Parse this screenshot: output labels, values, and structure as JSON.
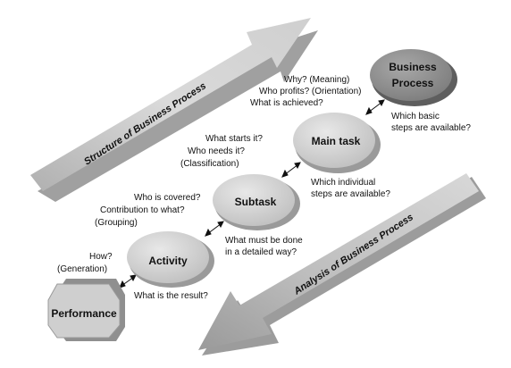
{
  "arrows": {
    "structure_label": "Structure of Business Process",
    "analysis_label": "Analysis of Business Process"
  },
  "nodes": {
    "performance": "Performance",
    "activity": "Activity",
    "subtask": "Subtask",
    "main_task": "Main task",
    "business_process_line1": "Business",
    "business_process_line2": "Process"
  },
  "notes": {
    "business_left": [
      "Why? (Meaning)",
      "Who profits? (Orientation)",
      "What is achieved?"
    ],
    "business_right": [
      "Which basic",
      "steps are available?"
    ],
    "main_left": [
      "What starts it?",
      "Who needs it?",
      "(Classification)"
    ],
    "main_right": [
      "Which individual",
      "steps are available?"
    ],
    "subtask_left": [
      "Who is covered?",
      "Contribution to what?",
      "(Grouping)"
    ],
    "subtask_right": [
      "What must be done",
      "in a detailed way?"
    ],
    "activity_left": [
      "How?",
      "(Generation)"
    ],
    "activity_right": [
      "What is the result?"
    ]
  },
  "colors": {
    "node_fill": "#cfcfcf",
    "node_shadow": "#9a9a9a",
    "business_fill": "#8c8c8c",
    "arrow_light": "#d9d9d9",
    "arrow_dark": "#a8a8a8"
  }
}
